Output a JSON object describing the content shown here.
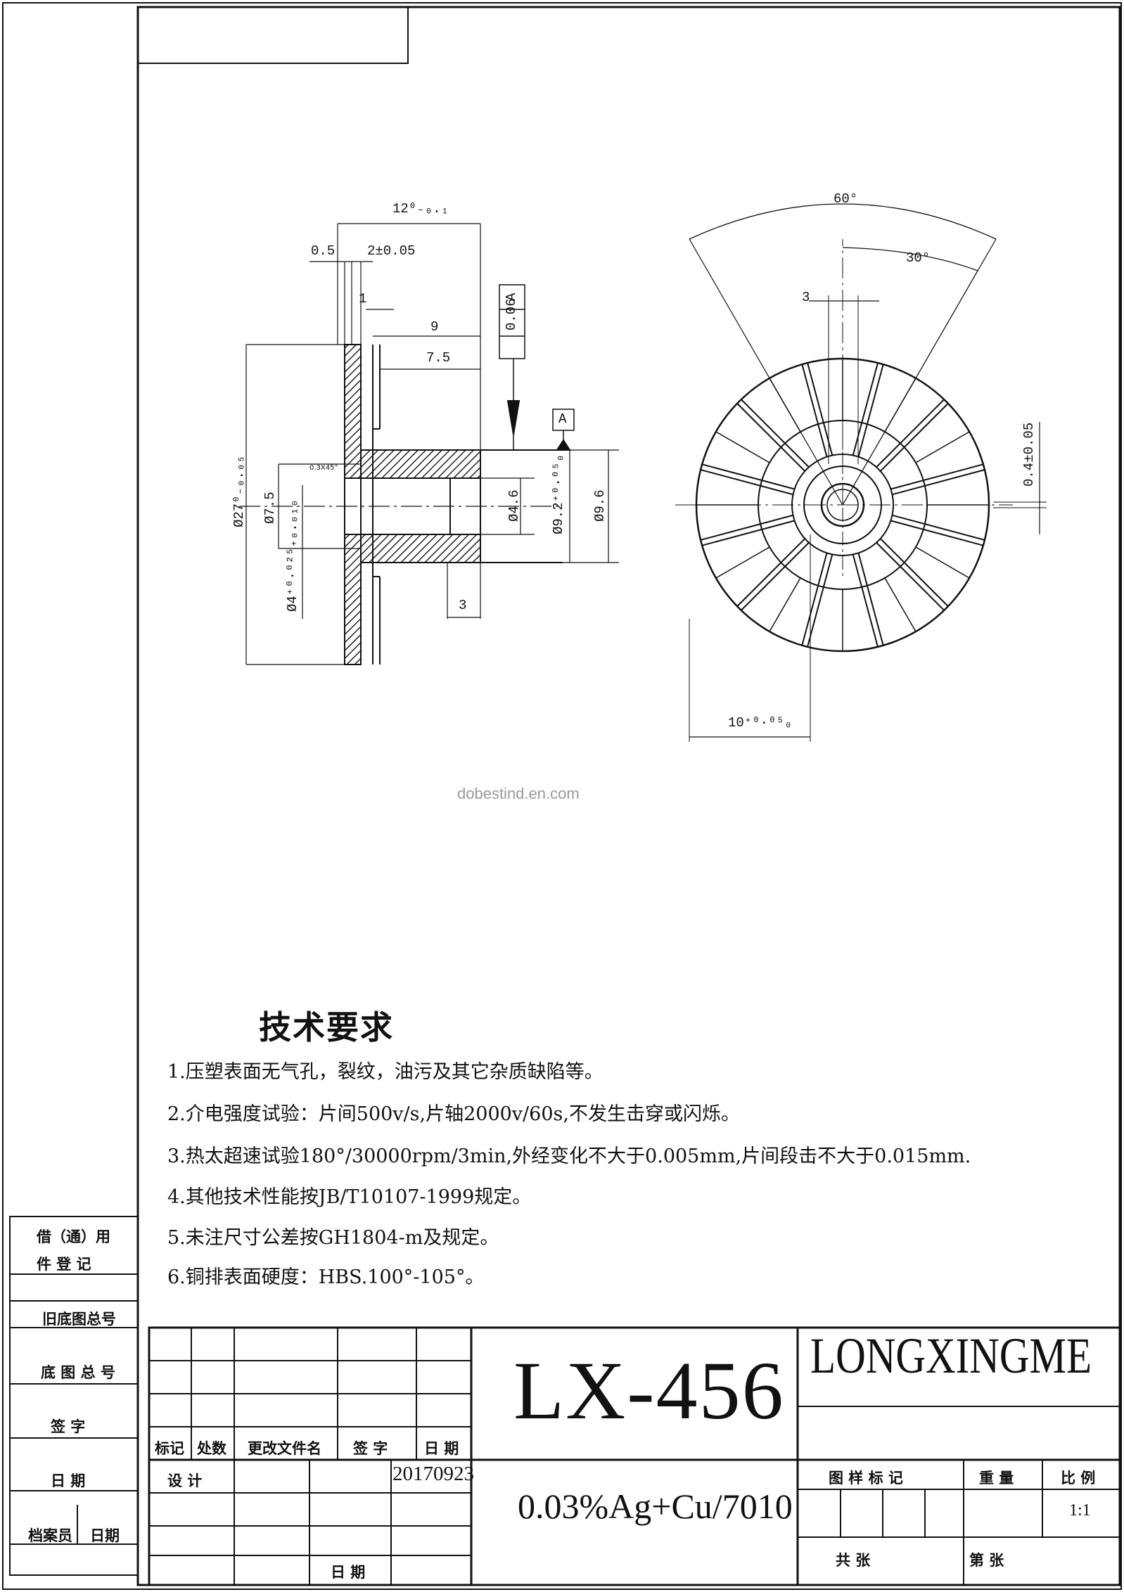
{
  "watermark": "dobestind.en.com",
  "technical_requirements": {
    "title": "技术要求",
    "items": [
      "1.压塑表面无气孔，裂纹，油污及其它杂质缺陷等。",
      "2.介电强度试验：片间500v/s,片轴2000v/60s,不发生击穿或闪烁。",
      "3.热太超速试验180°/30000rpm/3min,外经变化不大于0.005mm,片间段击不大于0.015mm.",
      "4.其他技术性能按JB/T10107-1999规定。",
      "5.未注尺寸公差按GH1804-m及规定。",
      "6.铜排表面硬度：HBS.100°-105°。"
    ]
  },
  "side_view_dims": {
    "length": "12⁰₋₀.₁",
    "d_05": "0.5",
    "d_2": "2±0.05",
    "d_1": "1",
    "d_9": "9",
    "d_75": "7.5",
    "d_3": "3",
    "chamfer": "0.3X45°",
    "od27": "Ø27⁰₋₀.₀₅",
    "d75v": "Ø7.5",
    "bore4": "Ø4⁺⁰·⁰²⁵₊₀.₀₁₀",
    "d46": "Ø4.6",
    "d92": "Ø9.2⁺⁰·⁰⁵₀",
    "d96": "Ø9.6",
    "runout": "0.06",
    "datum": "A"
  },
  "front_view_dims": {
    "angle60": "60°",
    "angle30": "30°",
    "w3": "3",
    "slot": "0.4±0.05",
    "w10": "10⁺⁰·⁰⁵₀"
  },
  "side_table": {
    "rows": [
      "借（通）用",
      "件  登  记",
      "旧底图总号",
      "底 图 总 号",
      "签    字",
      "日    期"
    ],
    "bottom_left": "档案员",
    "bottom_right": "日期"
  },
  "title_block": {
    "headers": [
      "标记",
      "处数",
      "更改文件名",
      "签  字",
      "日  期"
    ],
    "design_label": "设  计",
    "date_value": "20170923",
    "date_label": "日  期",
    "drawing_number": "LX-456",
    "company": "LONGXINGME",
    "material": "0.03%Ag+Cu/7010",
    "mark_label": "图 样 标 记",
    "weight_label": "重 量",
    "scale_label": "比 例",
    "scale_value": "1:1",
    "sheets_label": "共        张",
    "sheet_no_label": "第        张"
  }
}
